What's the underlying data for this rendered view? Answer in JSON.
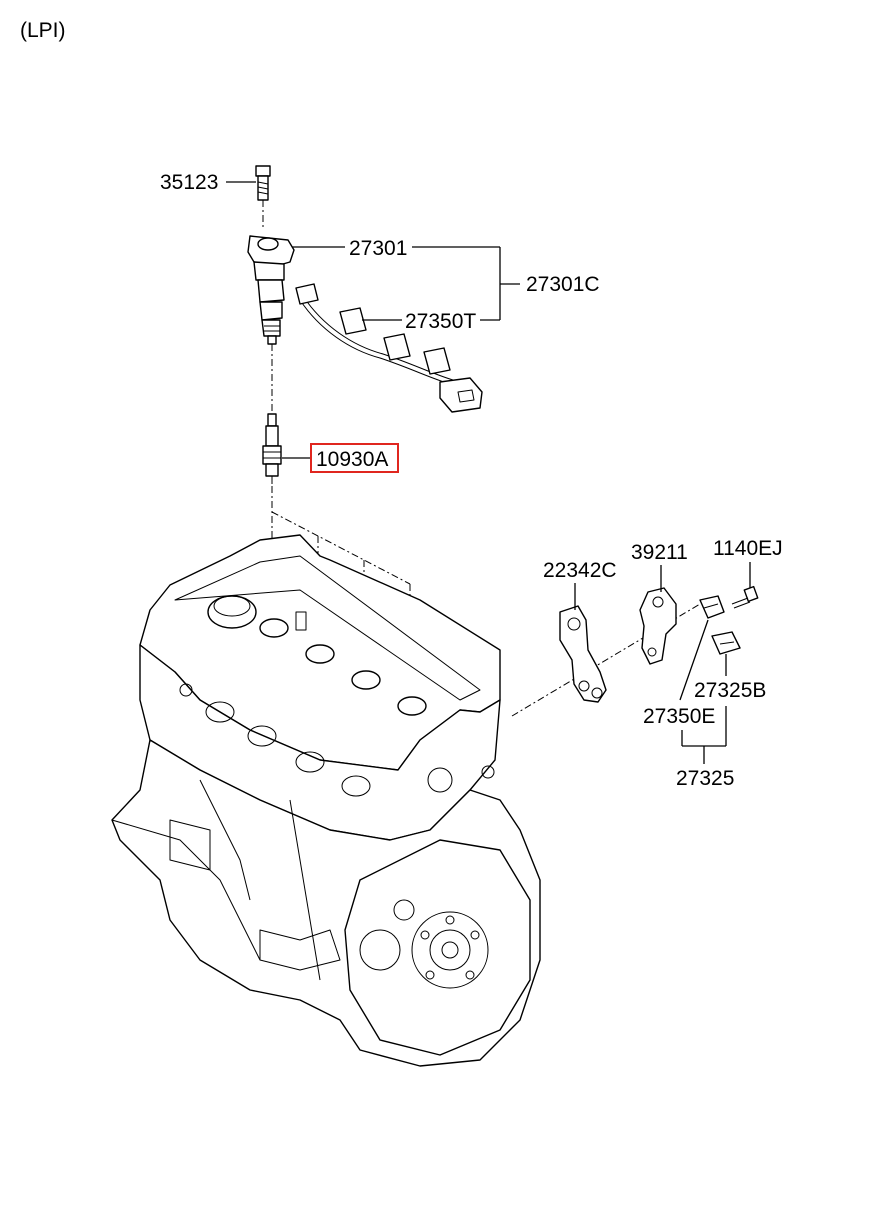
{
  "header": {
    "variant": "(LPI)"
  },
  "colors": {
    "line": "#000000",
    "highlight": "#e0261f",
    "background": "#ffffff"
  },
  "callouts": {
    "c35123": "35123",
    "c27301": "27301",
    "c27301C": "27301C",
    "c27350T": "27350T",
    "c10930A": "10930A",
    "c22342C": "22342C",
    "c39211": "39211",
    "c1140EJ": "1140EJ",
    "c27325B": "27325B",
    "c27350E": "27350E",
    "c27325": "27325"
  },
  "highlighted_callout": "10930A"
}
